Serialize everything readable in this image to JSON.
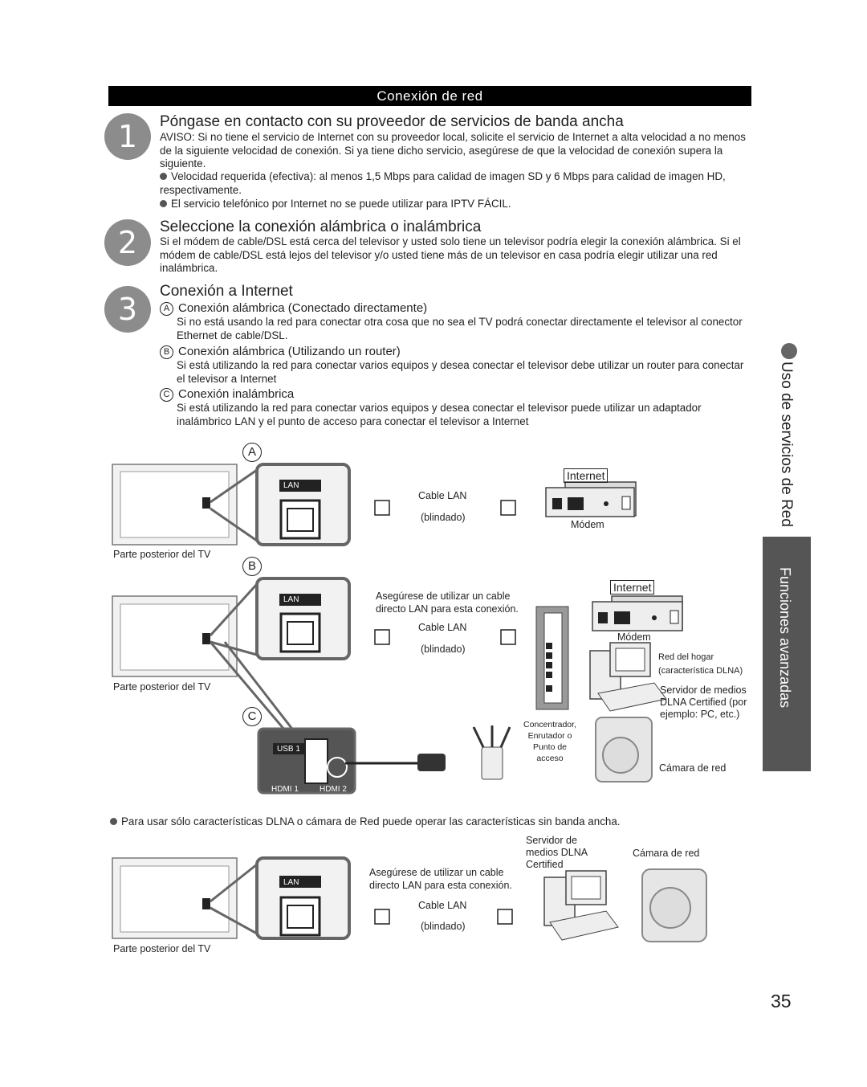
{
  "header": {
    "bar_title": "Conexión de red"
  },
  "steps": [
    {
      "number": "1",
      "title": "Póngase en contacto con su proveedor de servicios de banda ancha",
      "body": "AVISO: Si no tiene el servicio de Internet con su proveedor local, solicite el servicio de Internet a alta velocidad a no menos de la siguiente velocidad de conexión. Si ya tiene dicho servicio, asegúrese de que la velocidad de conexión supera la siguiente.",
      "bullets": [
        "Velocidad requerida (efectiva): al menos 1,5 Mbps para calidad de imagen SD y 6 Mbps para calidad de imagen HD, respectivamente.",
        "El servicio telefónico por Internet no se puede utilizar para IPTV FÁCIL."
      ]
    },
    {
      "number": "2",
      "title": "Seleccione la conexión alámbrica o inalámbrica",
      "body": "Si el módem de cable/DSL está cerca del televisor y usted solo tiene un televisor podría elegir la conexión alámbrica. Si el módem de cable/DSL está lejos del televisor y/o usted tiene más de un televisor en casa podría elegir utilizar una red inalámbrica."
    },
    {
      "number": "3",
      "title": "Conexión a Internet",
      "options": [
        {
          "letter": "A",
          "title": "Conexión alámbrica (Conectado directamente)",
          "body": "Si no está usando la red para conectar otra cosa que no sea el TV podrá conectar directamente el televisor al conector Ethernet de cable/DSL."
        },
        {
          "letter": "B",
          "title": "Conexión alámbrica (Utilizando un router)",
          "body": "Si está utilizando la red para conectar varios equipos y desea conectar el televisor debe utilizar un router para conectar el televisor a Internet"
        },
        {
          "letter": "C",
          "title": "Conexión inalámbrica",
          "body": "Si está utilizando la red para conectar varios equipos y desea conectar el televisor puede utilizar un adaptador inalámbrico LAN y el punto de acceso para conectar el televisor a Internet"
        }
      ]
    }
  ],
  "diagram": {
    "letters": [
      "A",
      "B",
      "C"
    ],
    "lan_label": "LAN",
    "usb_label": "USB 1",
    "hdmi_labels": [
      "HDMI 1",
      "HDMI 2"
    ],
    "internet_label": "Internet",
    "cable_lan": "Cable LAN",
    "shielded": "(blindado)",
    "modem": "Módem",
    "tv_back": "Parte posterior del TV",
    "direct_cable_note": "Asegúrese de utilizar un cable directo LAN para esta conexión.",
    "home_network": "Red del hogar (característica DLNA)",
    "dlna_server": "Servidor de medios DLNA Certified (por ejemplo: PC, etc.)",
    "hub": "Concentrador, Enrutador o Punto de acceso",
    "network_camera": "Cámara de red"
  },
  "dlna_note": "Para usar sólo características DLNA o cámara de Red puede operar las características sin banda ancha.",
  "bottom_diagram": {
    "dlna_server": "Servidor de medios DLNA Certified",
    "network_camera": "Cámara de red"
  },
  "sidebar": {
    "section": "Uso de servicios de Red",
    "tab": "Funciones avanzadas"
  },
  "page_number": "35"
}
